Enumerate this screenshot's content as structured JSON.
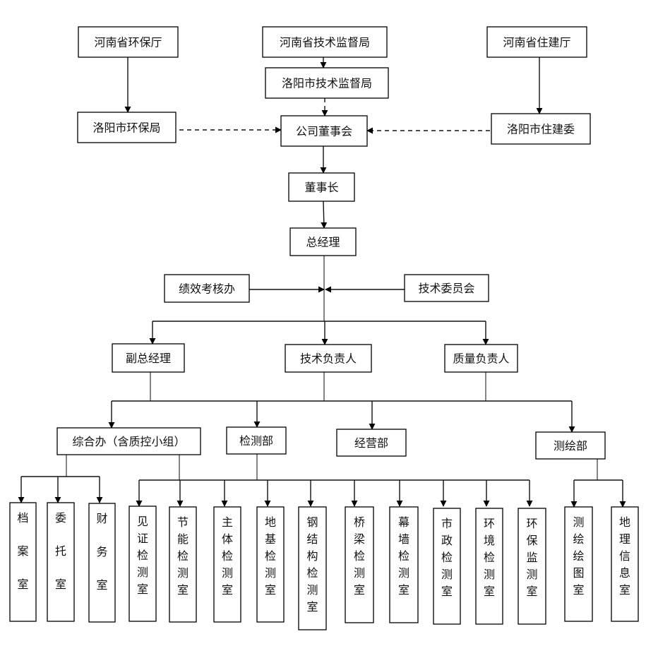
{
  "title": "公司组织机构图",
  "colors": {
    "line": "#111111",
    "box_border": "#000000",
    "background": "#ffffff",
    "text": "#111111"
  },
  "nodes": {
    "henan_env": "河南省环保厅",
    "henan_tech": "河南省技术监督局",
    "henan_housing": "河南省住建厅",
    "luoyang_tech": "洛阳市技术监督局",
    "luoyang_env": "洛阳市环保局",
    "board": "公司董事会",
    "luoyang_housing": "洛阳市住建委",
    "chairman": "董事长",
    "gm": "总经理",
    "performance": "绩效考核办",
    "tech_committee": "技术委员会",
    "deputy_gm": "副总经理",
    "tech_lead": "技术负责人",
    "quality_lead": "质量负责人",
    "general_office": "综合办（含质控小组）",
    "testing_dept": "检测部",
    "business_dept": "经营部",
    "survey_dept": "测绘部",
    "archive": "档案室",
    "entrust": "委托室",
    "finance": "财务室",
    "witness_lab": "见证检测室",
    "energy_lab": "节能检测室",
    "structure_lab": "主体检测室",
    "foundation_lab": "地基检测室",
    "steel_lab": "钢结构检测室",
    "bridge_lab": "桥梁检测室",
    "curtain_lab": "幕墙检测室",
    "municipal_lab": "市政检测室",
    "environment_lab": "环境检测室",
    "envmonitor_lab": "环保监测室",
    "mapping_lab": "测绘绘图室",
    "geoinfo_lab": "地理信息室"
  },
  "edges": [
    {
      "from": "henan_env",
      "to": "luoyang_env",
      "style": "solid"
    },
    {
      "from": "henan_tech",
      "to": "luoyang_tech",
      "style": "solid"
    },
    {
      "from": "henan_housing",
      "to": "luoyang_housing",
      "style": "solid"
    },
    {
      "from": "luoyang_tech",
      "to": "board",
      "style": "dashed"
    },
    {
      "from": "luoyang_env",
      "to": "board",
      "style": "dashed"
    },
    {
      "from": "luoyang_housing",
      "to": "board",
      "style": "dashed"
    },
    {
      "from": "board",
      "to": "chairman",
      "style": "solid"
    },
    {
      "from": "chairman",
      "to": "gm",
      "style": "solid"
    },
    {
      "from": "performance",
      "to": "gm",
      "style": "solid"
    },
    {
      "from": "tech_committee",
      "to": "gm",
      "style": "solid"
    },
    {
      "from": "gm",
      "to": "deputy_gm",
      "style": "solid"
    },
    {
      "from": "gm",
      "to": "tech_lead",
      "style": "solid"
    },
    {
      "from": "gm",
      "to": "quality_lead",
      "style": "solid"
    },
    {
      "from": "leads",
      "to": "general_office",
      "style": "solid"
    },
    {
      "from": "leads",
      "to": "testing_dept",
      "style": "solid"
    },
    {
      "from": "leads",
      "to": "business_dept",
      "style": "solid"
    },
    {
      "from": "leads",
      "to": "survey_dept",
      "style": "solid"
    },
    {
      "from": "general_office",
      "to": "archive",
      "style": "solid"
    },
    {
      "from": "general_office",
      "to": "entrust",
      "style": "solid"
    },
    {
      "from": "general_office",
      "to": "finance",
      "style": "solid"
    },
    {
      "from": "testing_dept",
      "to": "witness_lab",
      "style": "solid"
    },
    {
      "from": "testing_dept",
      "to": "energy_lab",
      "style": "solid"
    },
    {
      "from": "testing_dept",
      "to": "structure_lab",
      "style": "solid"
    },
    {
      "from": "testing_dept",
      "to": "foundation_lab",
      "style": "solid"
    },
    {
      "from": "testing_dept",
      "to": "steel_lab",
      "style": "solid"
    },
    {
      "from": "testing_dept",
      "to": "bridge_lab",
      "style": "solid"
    },
    {
      "from": "testing_dept",
      "to": "curtain_lab",
      "style": "solid"
    },
    {
      "from": "testing_dept",
      "to": "municipal_lab",
      "style": "solid"
    },
    {
      "from": "testing_dept",
      "to": "environment_lab",
      "style": "solid"
    },
    {
      "from": "testing_dept",
      "to": "envmonitor_lab",
      "style": "solid"
    },
    {
      "from": "survey_dept",
      "to": "mapping_lab",
      "style": "solid"
    },
    {
      "from": "survey_dept",
      "to": "geoinfo_lab",
      "style": "solid"
    }
  ]
}
